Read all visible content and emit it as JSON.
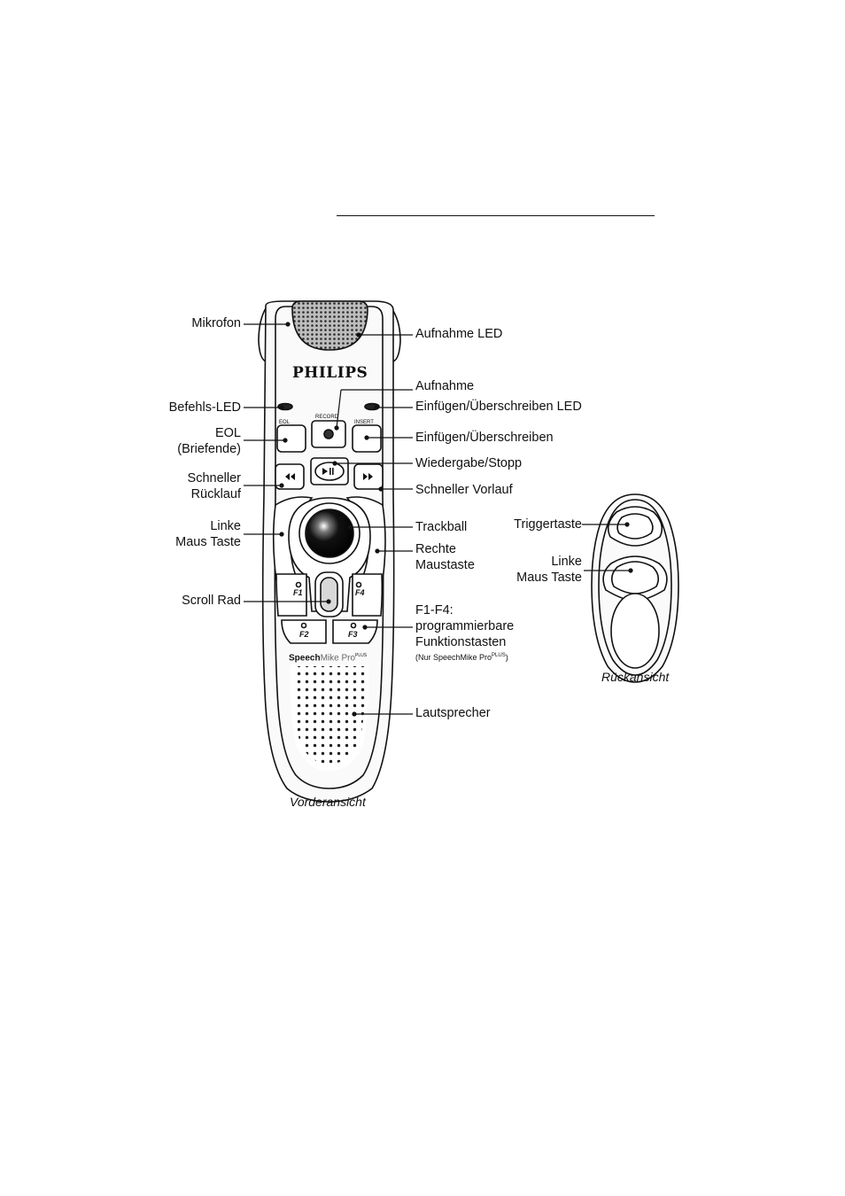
{
  "brand": "PHILIPS",
  "model": {
    "name_bold": "Speech",
    "name_light": "Mike Pro",
    "sup": "PLUS"
  },
  "button_marks": {
    "record": "RECORD",
    "eol": "EOL",
    "insert": "INSERT",
    "f1": "F1",
    "f2": "F2",
    "f3": "F3",
    "f4": "F4"
  },
  "labels": {
    "mikrofon": "Mikrofon",
    "aufnahme_led": "Aufnahme LED",
    "aufnahme": "Aufnahme",
    "befehls_led": "Befehls-LED",
    "einfuegen_led": "Einfügen/Überschreiben LED",
    "eol_1": "EOL",
    "eol_2": "(Briefende)",
    "einfuegen": "Einfügen/Überschreiben",
    "wiedergabe": "Wiedergabe/Stopp",
    "rueck_1": "Schneller",
    "rueck_2": "Rücklauf",
    "vorlauf": "Schneller Vorlauf",
    "linke_1": "Linke",
    "linke_2": "Maus Taste",
    "trackball": "Trackball",
    "rechte_1": "Rechte",
    "rechte_2": "Maustaste",
    "scroll": "Scroll Rad",
    "f_1": "F1-F4:",
    "f_2": "programmierbare",
    "f_3": "Funktionstasten",
    "f_note_pre": "(Nur SpeechMike Pro",
    "f_note_sup": "PLUS",
    "f_note_post": ")",
    "lautsprecher": "Lautsprecher",
    "trigger": "Triggertaste",
    "back_linke_1": "Linke",
    "back_linke_2": "Maus Taste"
  },
  "captions": {
    "front": "Vorderansicht",
    "back": "Rückansicht"
  }
}
